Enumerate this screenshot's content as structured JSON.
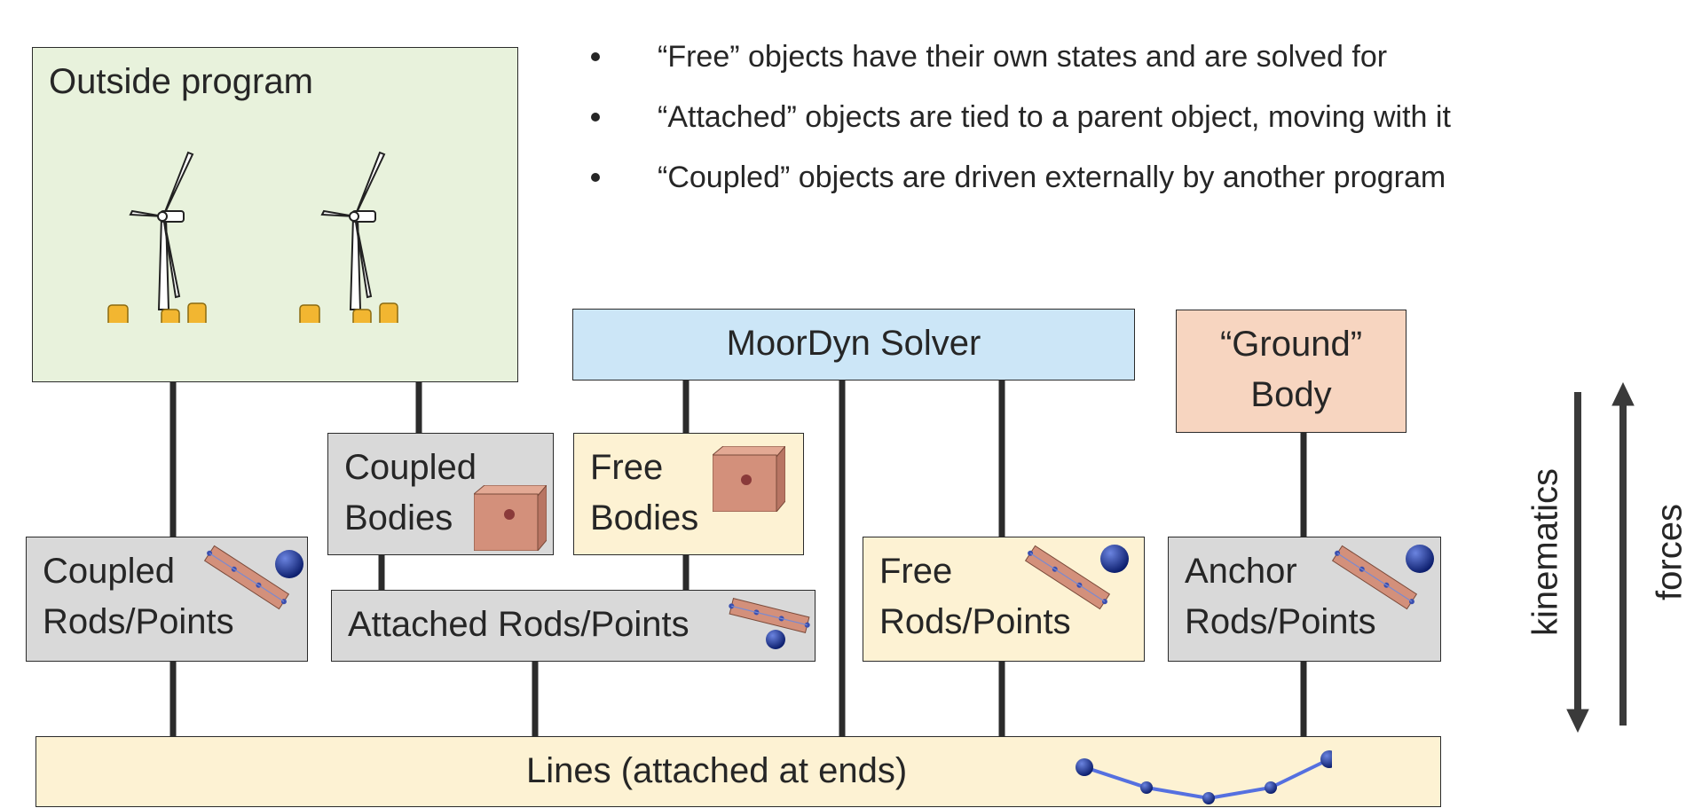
{
  "bullets": [
    "“Free” objects have their own states and are solved for",
    "“Attached” objects are tied to a parent object, moving with it",
    "“Coupled” objects are driven externally by another program"
  ],
  "boxes": {
    "outside_program": "Outside program",
    "solver": "MoorDyn Solver",
    "ground_body": "“Ground”\nBody",
    "coupled_bodies": "Coupled\nBodies",
    "free_bodies": "Free\nBodies",
    "coupled_rods_points": "Coupled\nRods/Points",
    "attached_rods_points": "Attached Rods/Points",
    "free_rods_points": "Free\nRods/Points",
    "anchor_rods_points": "Anchor\nRods/Points",
    "lines": "Lines (attached at ends)"
  },
  "arrows": {
    "down_label": "kinematics",
    "up_label": "forces"
  },
  "colors": {
    "outside_fill": "#e8f2dc",
    "solver_fill": "#cce6f7",
    "ground_fill": "#f7d5c0",
    "gray_fill": "#d9d9d9",
    "cream_fill": "#fdf2d3",
    "cube": "#d3907b",
    "sphere": "#1f3a9a",
    "platform": "#f2b631"
  },
  "icons": [
    "wind-turbine-icon",
    "cube-body-icon",
    "rod-icon",
    "point-sphere-icon",
    "mooring-line-icon"
  ]
}
